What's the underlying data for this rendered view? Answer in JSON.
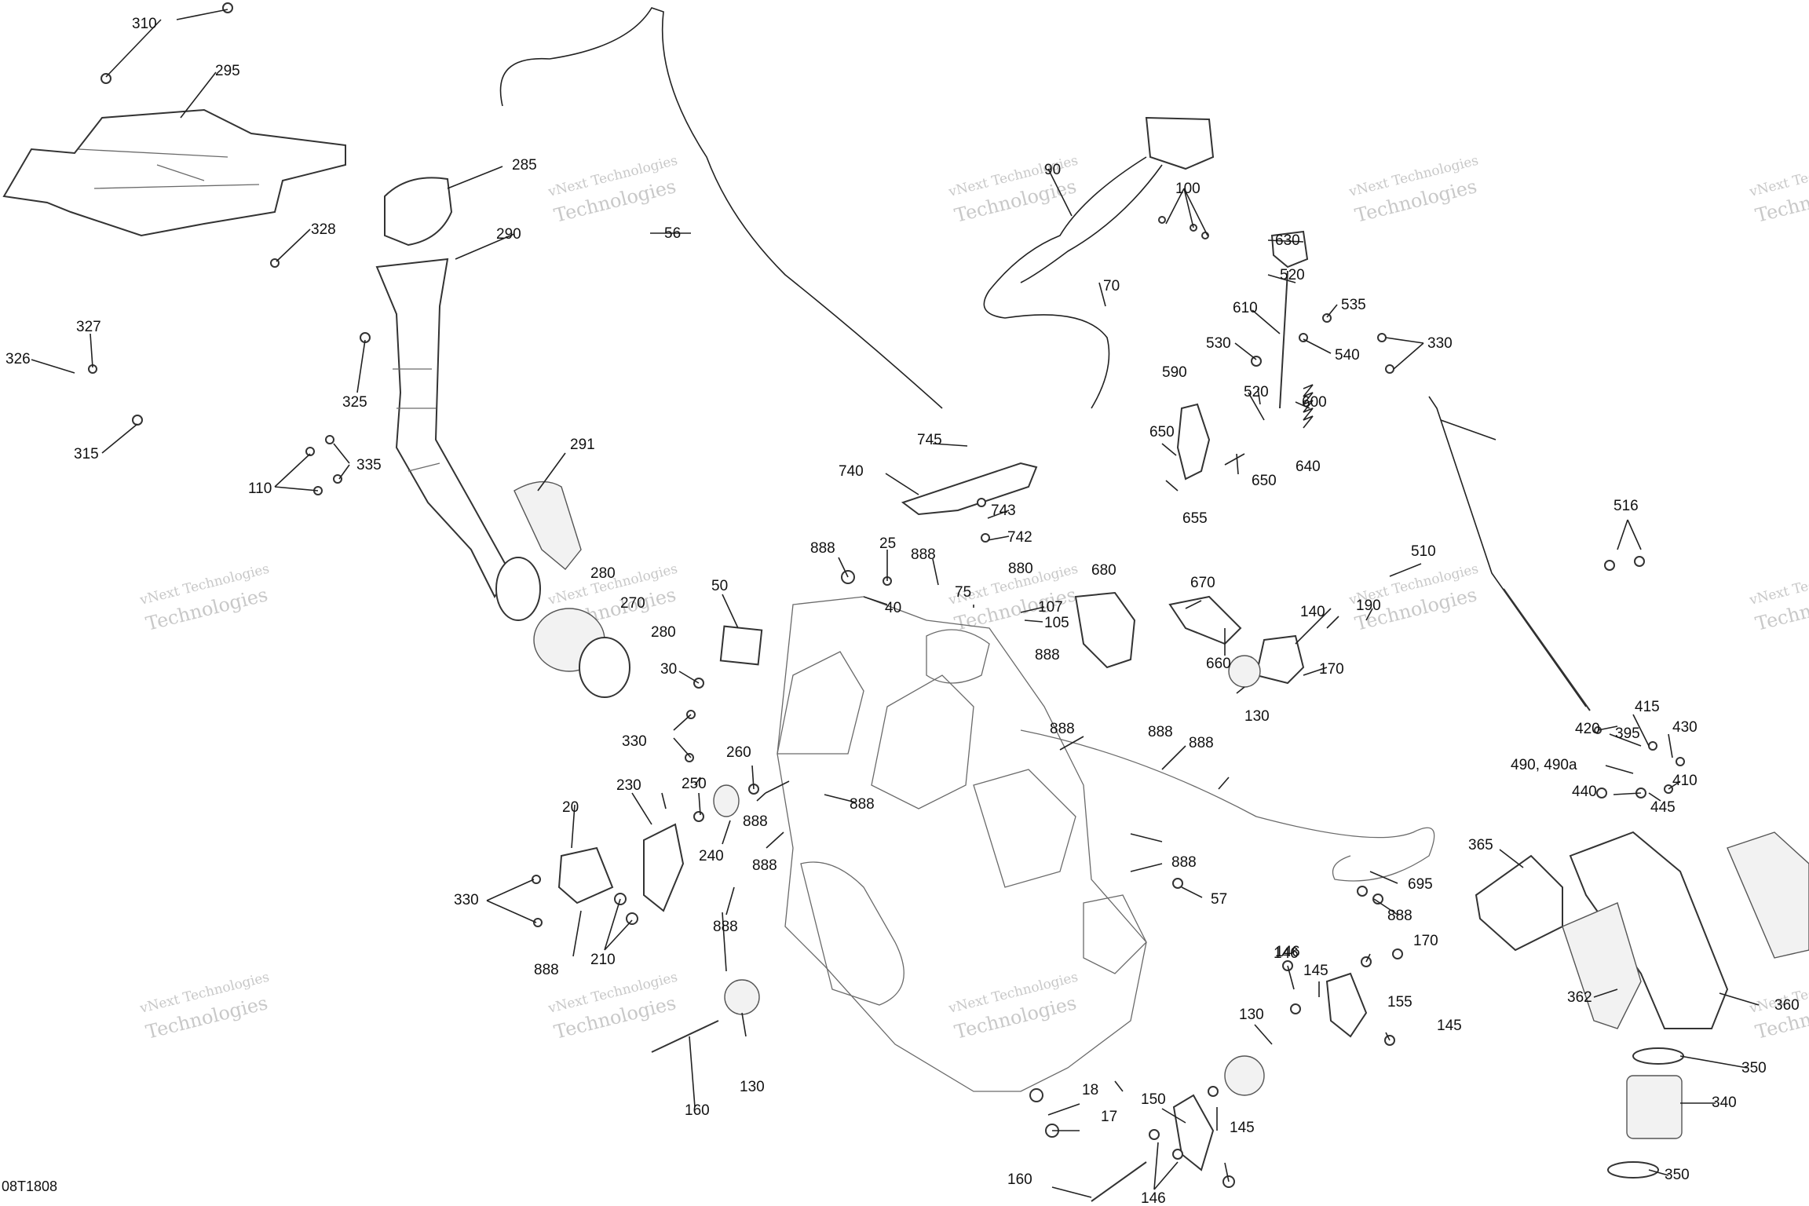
{
  "diagram": {
    "code": "08T1808",
    "watermark_lines": [
      "vNext Technologies",
      "Technologies"
    ],
    "labels": [
      "310",
      "295",
      "285",
      "328",
      "290",
      "56",
      "327",
      "326",
      "325",
      "315",
      "291",
      "110",
      "335",
      "90",
      "100",
      "70",
      "630",
      "520",
      "535",
      "610",
      "530",
      "540",
      "330",
      "590",
      "520",
      "600",
      "650",
      "650",
      "640",
      "655",
      "745",
      "740",
      "743",
      "742",
      "888",
      "25",
      "40",
      "888",
      "75",
      "880",
      "107",
      "105",
      "680",
      "670",
      "140",
      "190",
      "130",
      "170",
      "660",
      "510",
      "516",
      "50",
      "280",
      "270",
      "280",
      "30",
      "330",
      "888",
      "888",
      "260",
      "888",
      "888",
      "888",
      "888",
      "888",
      "888",
      "240",
      "250",
      "230",
      "20",
      "330",
      "888",
      "210",
      "57",
      "695",
      "888",
      "888",
      "146",
      "170",
      "146",
      "145",
      "155",
      "145",
      "130",
      "150",
      "145",
      "18",
      "17",
      "146",
      "160",
      "130",
      "160",
      "420",
      "415",
      "395",
      "430",
      "490, 490a",
      "445",
      "440",
      "410",
      "365",
      "362",
      "360",
      "350",
      "340",
      "350"
    ]
  }
}
